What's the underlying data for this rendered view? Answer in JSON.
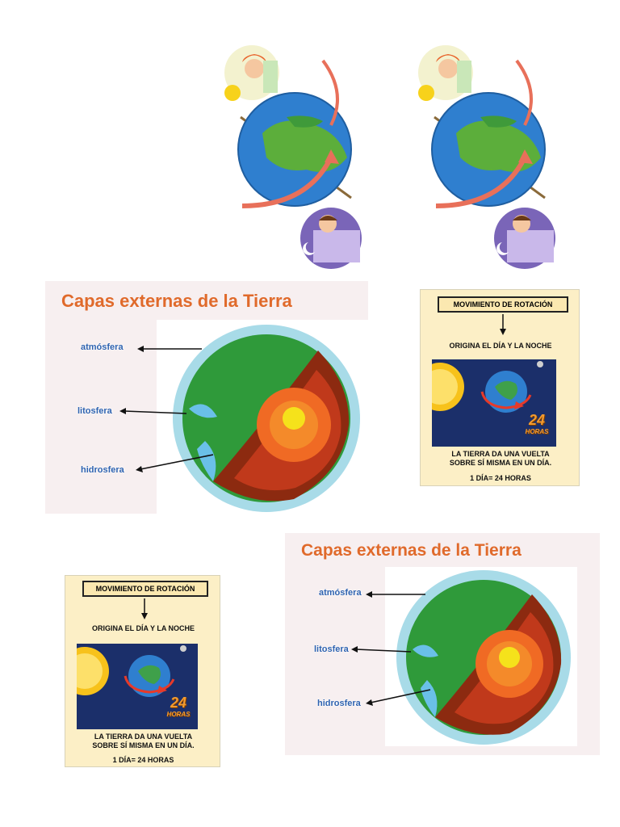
{
  "capas": {
    "title": "Capas externas de la Tierra",
    "labels": [
      "atmósfera",
      "litosfera",
      "hidrosfera"
    ]
  },
  "rotacion": {
    "header": "MOVIMIENTO DE ROTACIÓN",
    "origin": "ORIGINA EL DÍA Y LA NOCHE",
    "hours_number": "24",
    "hours_word": "HORAS",
    "line1": "LA TIERRA DA UNA VUELTA",
    "line2": "SOBRE SÍ MISMA EN UN DÍA.",
    "equation": "1 DÍA= 24 HORAS"
  },
  "colors": {
    "title_orange": "#e06a2b",
    "label_blue": "#2f63b0",
    "panel_cream": "#fcefc6",
    "ocean_blue": "#2f7fcf",
    "land_green": "#2f9a3a",
    "mantle_red": "#c0391b",
    "core_yellow": "#f5e21b"
  },
  "icons": [
    "earth-globe-icon",
    "sun-icon",
    "moon-icon",
    "girl-waking-icon",
    "boy-sleeping-icon",
    "rotation-arrow-icon"
  ]
}
